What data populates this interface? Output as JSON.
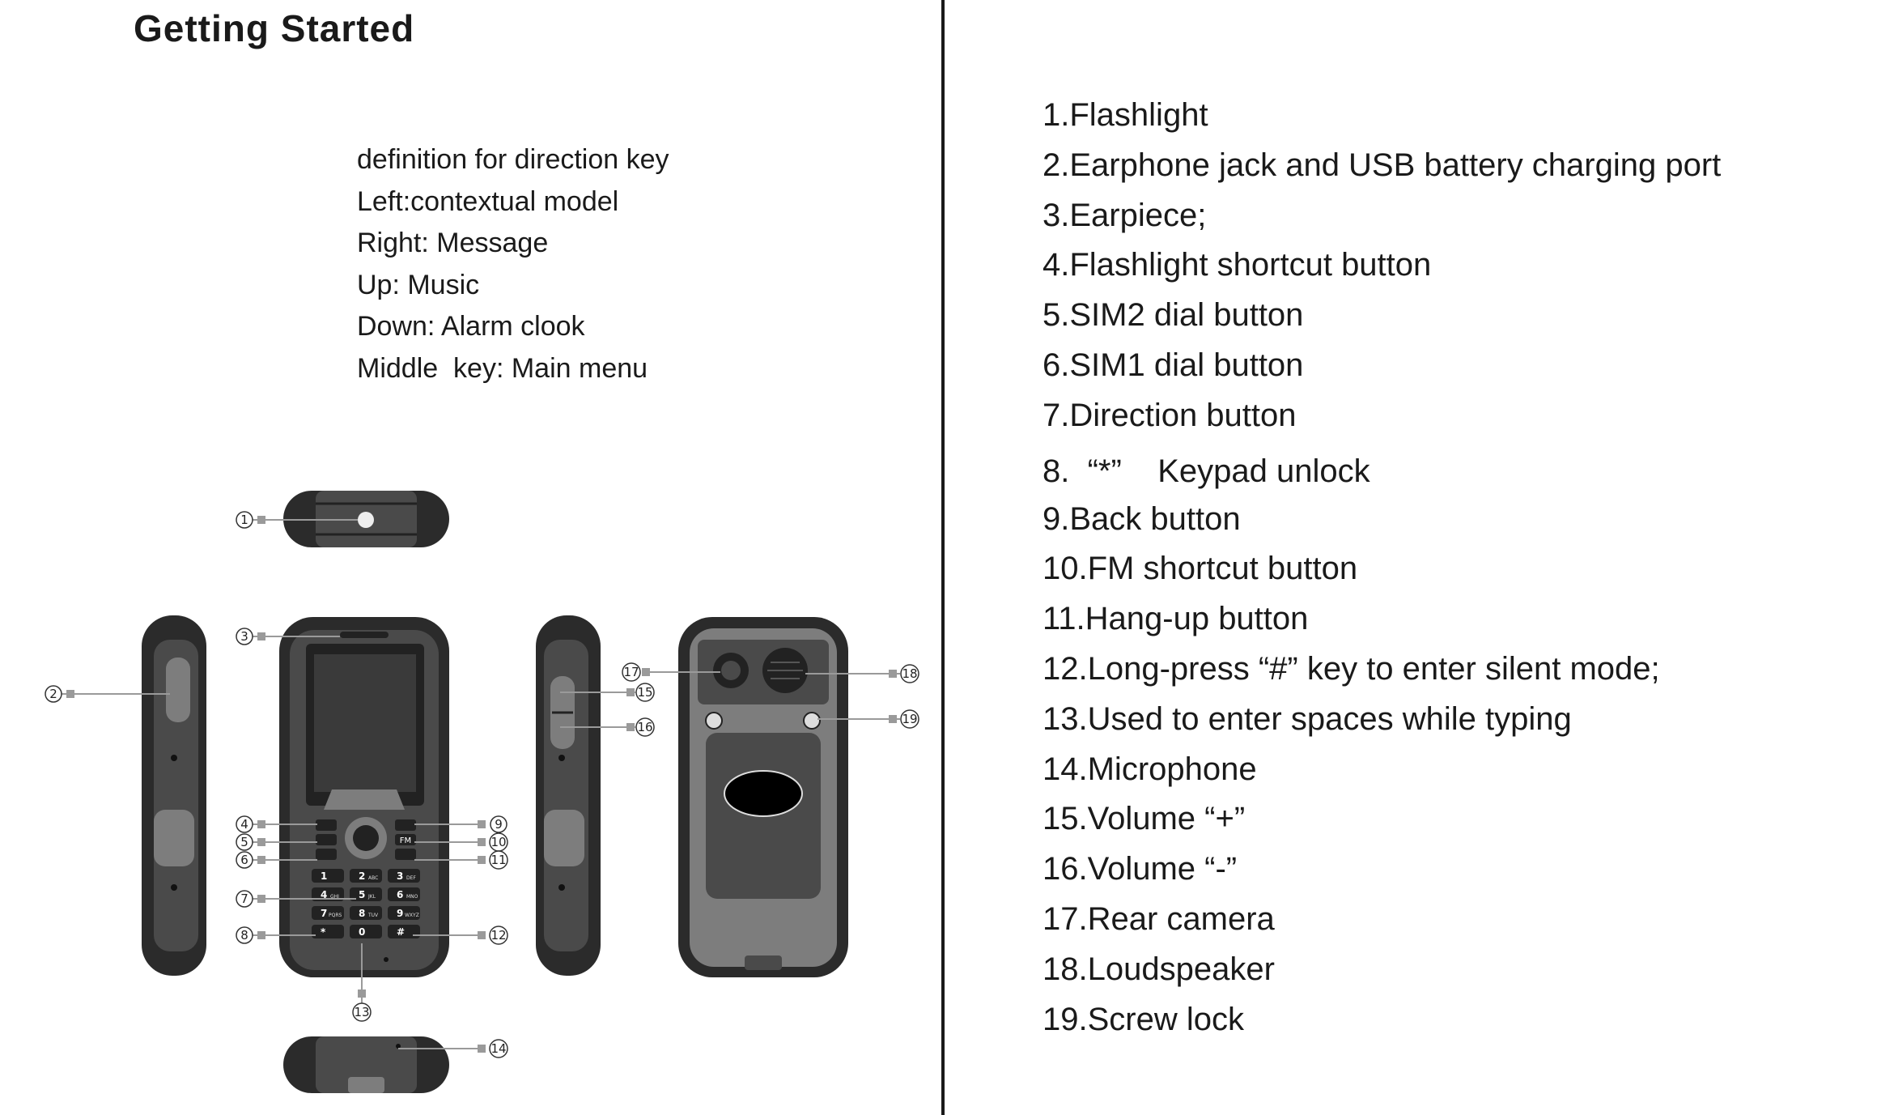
{
  "title": "Getting Started",
  "direction_key": {
    "lines": [
      "definition for direction key",
      "Left:contextual model",
      "Right: Message",
      "Up: Music",
      "Down: Alarm clook",
      "Middle  key: Main menu"
    ]
  },
  "parts": [
    "1.Flashlight",
    "2.Earphone jack and USB battery charging port",
    "3.Earpiece;",
    "4.Flashlight shortcut button",
    "5.SIM2 dial button",
    "6.SIM1 dial button",
    "7.Direction button",
    "8.  “*”    Keypad unlock",
    "9.Back button",
    "10.FM shortcut button",
    "11.Hang-up button",
    "12.Long-press “#” key to enter silent mode;",
    "13.Used to enter spaces while typing",
    "14.Microphone",
    "15.Volume “+”",
    "16.Volume “-”",
    "17.Rear camera",
    "18.Loudspeaker",
    "19.Screw lock"
  ],
  "diagram": {
    "callouts": [
      "1",
      "2",
      "3",
      "4",
      "5",
      "6",
      "7",
      "8",
      "9",
      "10",
      "11",
      "12",
      "13",
      "14",
      "15",
      "16",
      "17",
      "18",
      "19"
    ],
    "keypad": [
      "1",
      "2",
      "3",
      "4",
      "5",
      "6",
      "7",
      "8",
      "9",
      "*",
      "0",
      "#"
    ],
    "keypad_letters": [
      "",
      "ABC",
      "DEF",
      "GHI",
      "JKL",
      "MNO",
      "PQRS",
      "TUV",
      "WXYZ",
      "",
      "",
      ""
    ],
    "fm_label": "FM",
    "colors": {
      "body_dark": "#2b2b2b",
      "body_mid": "#4a4a4a",
      "body_grey": "#7d7d7d",
      "screen": "#3a3a3a",
      "leader": "#9a9a9a"
    }
  }
}
